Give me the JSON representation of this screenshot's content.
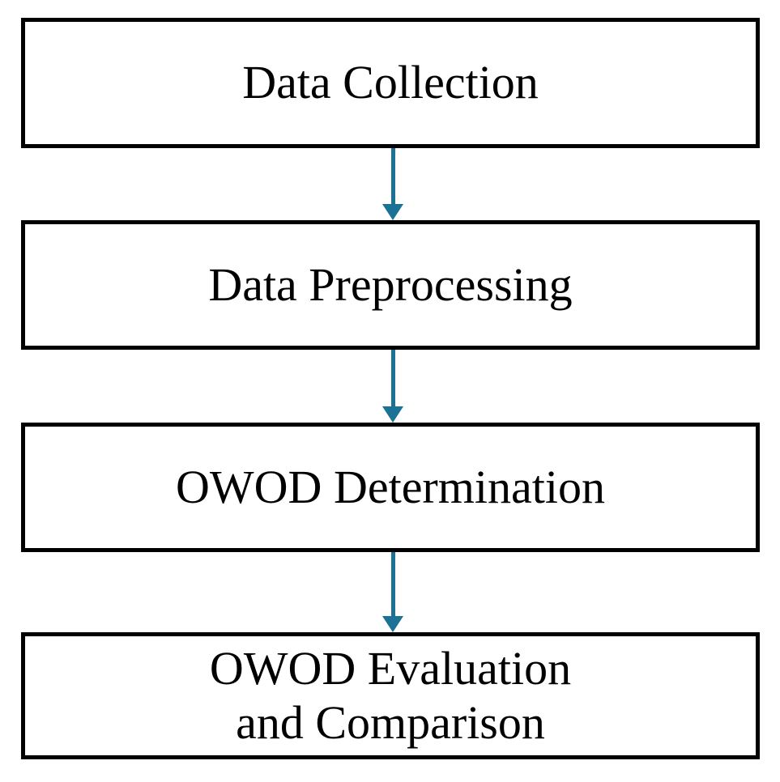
{
  "diagram": {
    "type": "flowchart",
    "colors": {
      "background": "#ffffff",
      "box_fill": "#ffffff",
      "box_border": "#000000",
      "text": "#000000",
      "arrow": "#1B7294"
    },
    "steps": [
      {
        "label": "Data Collection"
      },
      {
        "label": "Data Preprocessing"
      },
      {
        "label": "OWOD Determination"
      },
      {
        "label": "OWOD Evaluation\nand Comparison"
      }
    ],
    "connections": [
      {
        "from": 0,
        "to": 1,
        "direction": "down"
      },
      {
        "from": 1,
        "to": 2,
        "direction": "down"
      },
      {
        "from": 2,
        "to": 3,
        "direction": "down"
      }
    ]
  }
}
